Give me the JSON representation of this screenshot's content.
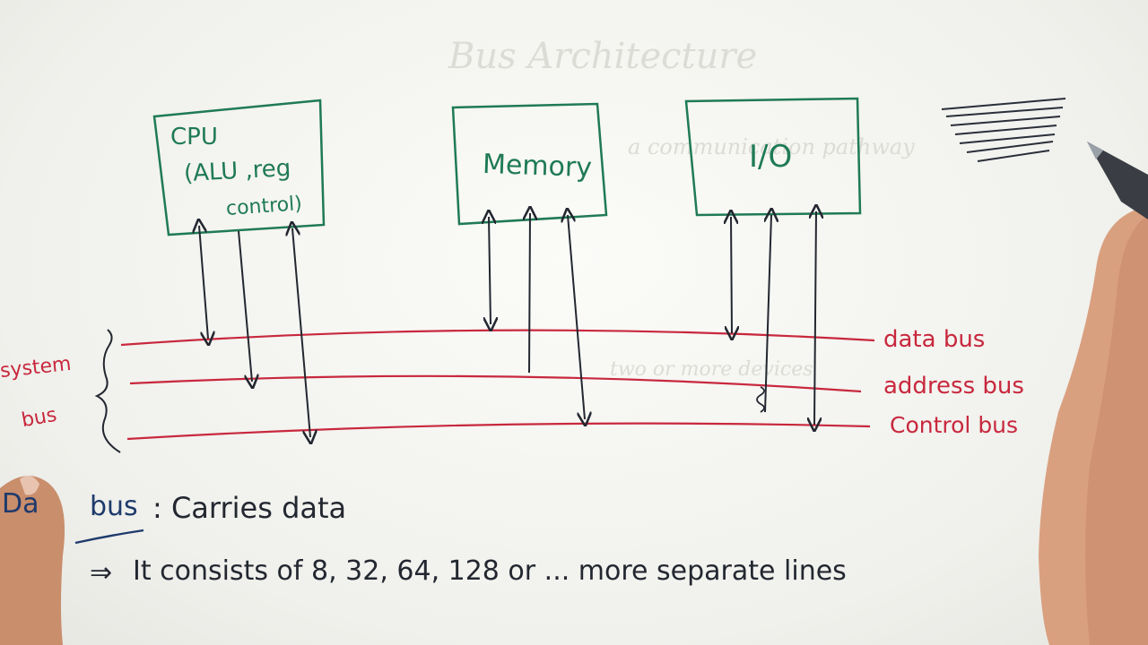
{
  "boxes": {
    "cpu": {
      "line1": "CPU",
      "line2": "(ALU ,reg",
      "line3": "control)"
    },
    "memory": {
      "label": "Memory"
    },
    "io": {
      "label": "I/O"
    }
  },
  "buses": {
    "data": "data bus",
    "address": "address bus",
    "control": "Control bus"
  },
  "system_bus_label": {
    "line1": "system",
    "line2": "bus"
  },
  "notes": {
    "line1_prefix": "Da",
    "line1_bus": "bus",
    "line1_text": "Carries data",
    "line2_arrow": "⇒",
    "line2_text": "It consists of 8, 32, 64, 128 or ... more separate lines"
  },
  "colors": {
    "box_ink": "#1f7a55",
    "bus_ink": "#c8283d",
    "arrow_ink": "#232730",
    "note_ink": "#232730",
    "skin": "#d9a07f"
  }
}
